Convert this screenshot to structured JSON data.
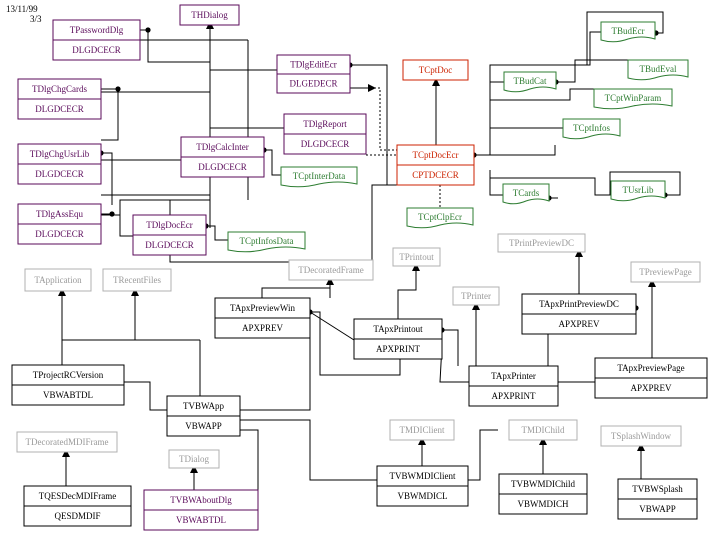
{
  "header": {
    "date": "13/11/99",
    "page": "3/3"
  },
  "colors": {
    "purple": "#5a0a5a",
    "black": "#000000",
    "red": "#cc2200",
    "green": "#2e7d32",
    "gray": "#9a9a9a"
  },
  "classes": {
    "TPasswordDlg": {
      "name": "TPasswordDlg",
      "unit": "DLGDCECR",
      "kind": "purple"
    },
    "THDialog": {
      "name": "THDialog",
      "kind": "purple-ext"
    },
    "TDlgEditEcr": {
      "name": "TDlgEditEcr",
      "unit": "DLGEDECR",
      "kind": "purple"
    },
    "TDlgChgCards": {
      "name": "TDlgChgCards",
      "unit": "DLGDCECR",
      "kind": "purple"
    },
    "TDlgReport": {
      "name": "TDlgReport",
      "unit": "DLGDCECR",
      "kind": "purple"
    },
    "TDlgCalcInter": {
      "name": "TDlgCalcInter",
      "unit": "DLGDCECR",
      "kind": "purple"
    },
    "TDlgChgUsrLib": {
      "name": "TDlgChgUsrLib",
      "unit": "DLGDCECR",
      "kind": "purple"
    },
    "TDlgAssEqu": {
      "name": "TDlgAssEqu",
      "unit": "DLGDCECR",
      "kind": "purple"
    },
    "TDlgDocEcr": {
      "name": "TDlgDocEcr",
      "unit": "DLGDCECR",
      "kind": "purple"
    },
    "TCptDoc": {
      "name": "TCptDoc",
      "kind": "red-ext"
    },
    "TCptDocEcr": {
      "name": "TCptDocEcr",
      "unit": "CPTDCECR",
      "kind": "red"
    },
    "TBudEcr": {
      "name": "TBudEcr",
      "kind": "green"
    },
    "TBudEval": {
      "name": "TBudEval",
      "kind": "green"
    },
    "TBudCat": {
      "name": "TBudCat",
      "kind": "green"
    },
    "TCptWinParam": {
      "name": "TCptWinParam",
      "kind": "green"
    },
    "TCptInfos": {
      "name": "TCptInfos",
      "kind": "green"
    },
    "TCptInterData": {
      "name": "TCptInterData",
      "kind": "green"
    },
    "TCards": {
      "name": "TCards",
      "kind": "green"
    },
    "TUsrLib": {
      "name": "TUsrLib",
      "kind": "green"
    },
    "TCptClpEcr": {
      "name": "TCptClpEcr",
      "kind": "green"
    },
    "TCptInfosData": {
      "name": "TCptInfosData",
      "kind": "green"
    },
    "TApplication": {
      "name": "TApplication",
      "kind": "gray"
    },
    "TRecentFiles": {
      "name": "TRecentFiles",
      "kind": "gray"
    },
    "TDecoratedFrame": {
      "name": "TDecoratedFrame",
      "kind": "gray"
    },
    "TPrintout": {
      "name": "TPrintout",
      "kind": "gray"
    },
    "TPrintPreviewDC": {
      "name": "TPrintPreviewDC",
      "kind": "gray"
    },
    "TPreviewPage": {
      "name": "TPreviewPage",
      "kind": "gray"
    },
    "TPrinter": {
      "name": "TPrinter",
      "kind": "gray"
    },
    "TApxPreviewWin": {
      "name": "TApxPreviewWin",
      "unit": "APXPREV",
      "kind": "black"
    },
    "TApxPrintout": {
      "name": "TApxPrintout",
      "unit": "APXPRINT",
      "kind": "black"
    },
    "TApxPrintPreviewDC": {
      "name": "TApxPrintPreviewDC",
      "unit": "APXPREV",
      "kind": "black"
    },
    "TProjectRCVersion": {
      "name": "TProjectRCVersion",
      "unit": "VBWABTDL",
      "kind": "black"
    },
    "TVBWApp": {
      "name": "TVBWApp",
      "unit": "VBWAPP",
      "kind": "black"
    },
    "TApxPrinter": {
      "name": "TApxPrinter",
      "unit": "APXPRINT",
      "kind": "black"
    },
    "TApxPreviewPage": {
      "name": "TApxPreviewPage",
      "unit": "APXPREV",
      "kind": "black"
    },
    "TDecoratedMDIFrame": {
      "name": "TDecoratedMDIFrame",
      "kind": "gray"
    },
    "TDialog": {
      "name": "TDialog",
      "kind": "gray"
    },
    "TMDIClient": {
      "name": "TMDIClient",
      "kind": "gray"
    },
    "TMDIChild": {
      "name": "TMDIChild",
      "kind": "gray"
    },
    "TSplashWindow": {
      "name": "TSplashWindow",
      "kind": "gray"
    },
    "TQESDecMDIFrame": {
      "name": "TQESDecMDIFrame",
      "unit": "QESDMDIF",
      "kind": "black"
    },
    "TVBWAboutDlg": {
      "name": "TVBWAboutDlg",
      "unit": "VBWABTDL",
      "kind": "purple"
    },
    "TVBWMDIClient": {
      "name": "TVBWMDIClient",
      "unit": "VBWMDICL",
      "kind": "black"
    },
    "TVBWMDIChild": {
      "name": "TVBWMDIChild",
      "unit": "VBWMDICH",
      "kind": "black"
    },
    "TVBWSplash": {
      "name": "TVBWSplash",
      "unit": "VBWAPP",
      "kind": "black"
    }
  }
}
